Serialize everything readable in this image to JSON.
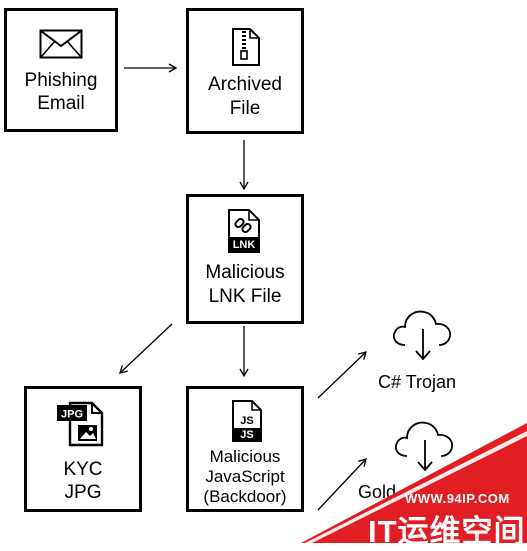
{
  "nodes": {
    "phishing_email": {
      "line1": "Phishing",
      "line2": "Email",
      "icon": "envelope-icon"
    },
    "archived_file": {
      "line1": "Archived",
      "line2": "File",
      "icon": "zip-file-icon"
    },
    "malicious_lnk": {
      "line1": "Malicious",
      "line2": "LNK File",
      "icon": "lnk-file-icon",
      "badge": "LNK"
    },
    "kyc_jpg": {
      "line1": "KYC",
      "line2": "JPG",
      "icon": "jpg-file-icon",
      "badge": "JPG"
    },
    "malicious_js": {
      "line1": "Malicious",
      "line2": "JavaScript",
      "line3": "(Backdoor)",
      "icon": "js-file-icon",
      "badge": "JS"
    },
    "csharp_trojan": {
      "label": "C# Trojan",
      "icon": "cloud-download-icon"
    },
    "gold": {
      "label": "Gold",
      "icon": "cloud-download-icon"
    }
  },
  "watermark": {
    "url": "WWW.94IP.COM",
    "text": "IT运维空间",
    "color": "#e01e24"
  }
}
